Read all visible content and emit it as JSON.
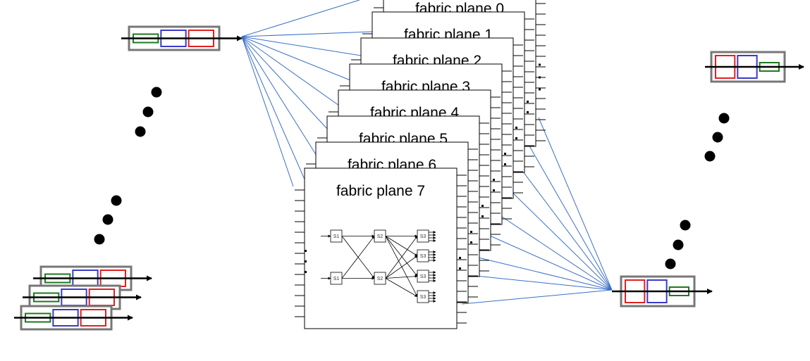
{
  "planes": [
    {
      "label": "fabric plane 0"
    },
    {
      "label": "fabric plane 1"
    },
    {
      "label": "fabric plane 2"
    },
    {
      "label": "fabric plane 3"
    },
    {
      "label": "fabric plane 4"
    },
    {
      "label": "fabric plane 5"
    },
    {
      "label": "fabric plane 6"
    },
    {
      "label": "fabric plane 7"
    }
  ],
  "stages": {
    "s1": "S1",
    "s2": "S2",
    "s3": "S3"
  },
  "colors": {
    "red": "#e02020",
    "blue": "#3a3ac8",
    "green": "#1e7a1e",
    "frame": "#777777",
    "link": "#3a6fc8"
  }
}
